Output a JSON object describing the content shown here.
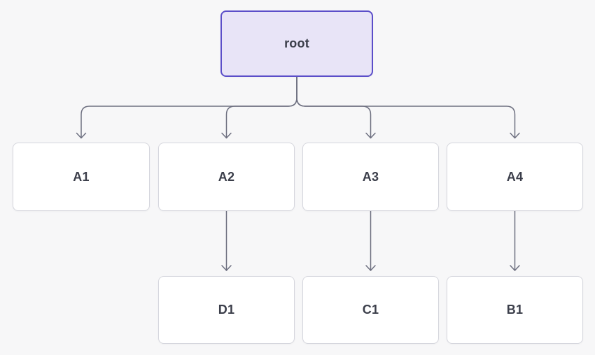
{
  "diagram": {
    "type": "tree",
    "nodes": [
      {
        "id": "root",
        "label": "root",
        "variant": "highlighted",
        "level": 0
      },
      {
        "id": "A1",
        "label": "A1",
        "variant": "default",
        "level": 1
      },
      {
        "id": "A2",
        "label": "A2",
        "variant": "default",
        "level": 1
      },
      {
        "id": "A3",
        "label": "A3",
        "variant": "default",
        "level": 1
      },
      {
        "id": "A4",
        "label": "A4",
        "variant": "default",
        "level": 1
      },
      {
        "id": "D1",
        "label": "D1",
        "variant": "default",
        "level": 2
      },
      {
        "id": "C1",
        "label": "C1",
        "variant": "default",
        "level": 2
      },
      {
        "id": "B1",
        "label": "B1",
        "variant": "default",
        "level": 2
      }
    ],
    "edges": [
      {
        "from": "root",
        "to": "A1",
        "arrow": "chevron"
      },
      {
        "from": "root",
        "to": "A2",
        "arrow": "chevron"
      },
      {
        "from": "root",
        "to": "A3",
        "arrow": "chevron"
      },
      {
        "from": "root",
        "to": "A4",
        "arrow": "chevron"
      },
      {
        "from": "A2",
        "to": "D1",
        "arrow": "chevron"
      },
      {
        "from": "A3",
        "to": "C1",
        "arrow": "chevron"
      },
      {
        "from": "A4",
        "to": "B1",
        "arrow": "chevron"
      }
    ],
    "colors": {
      "background": "#f7f7f8",
      "root_fill": "#e8e4f7",
      "root_border": "#5b4ec9",
      "node_fill": "#ffffff",
      "node_border": "#d5d6dd",
      "edge": "#6e7080",
      "text": "#3b3e4a"
    }
  }
}
